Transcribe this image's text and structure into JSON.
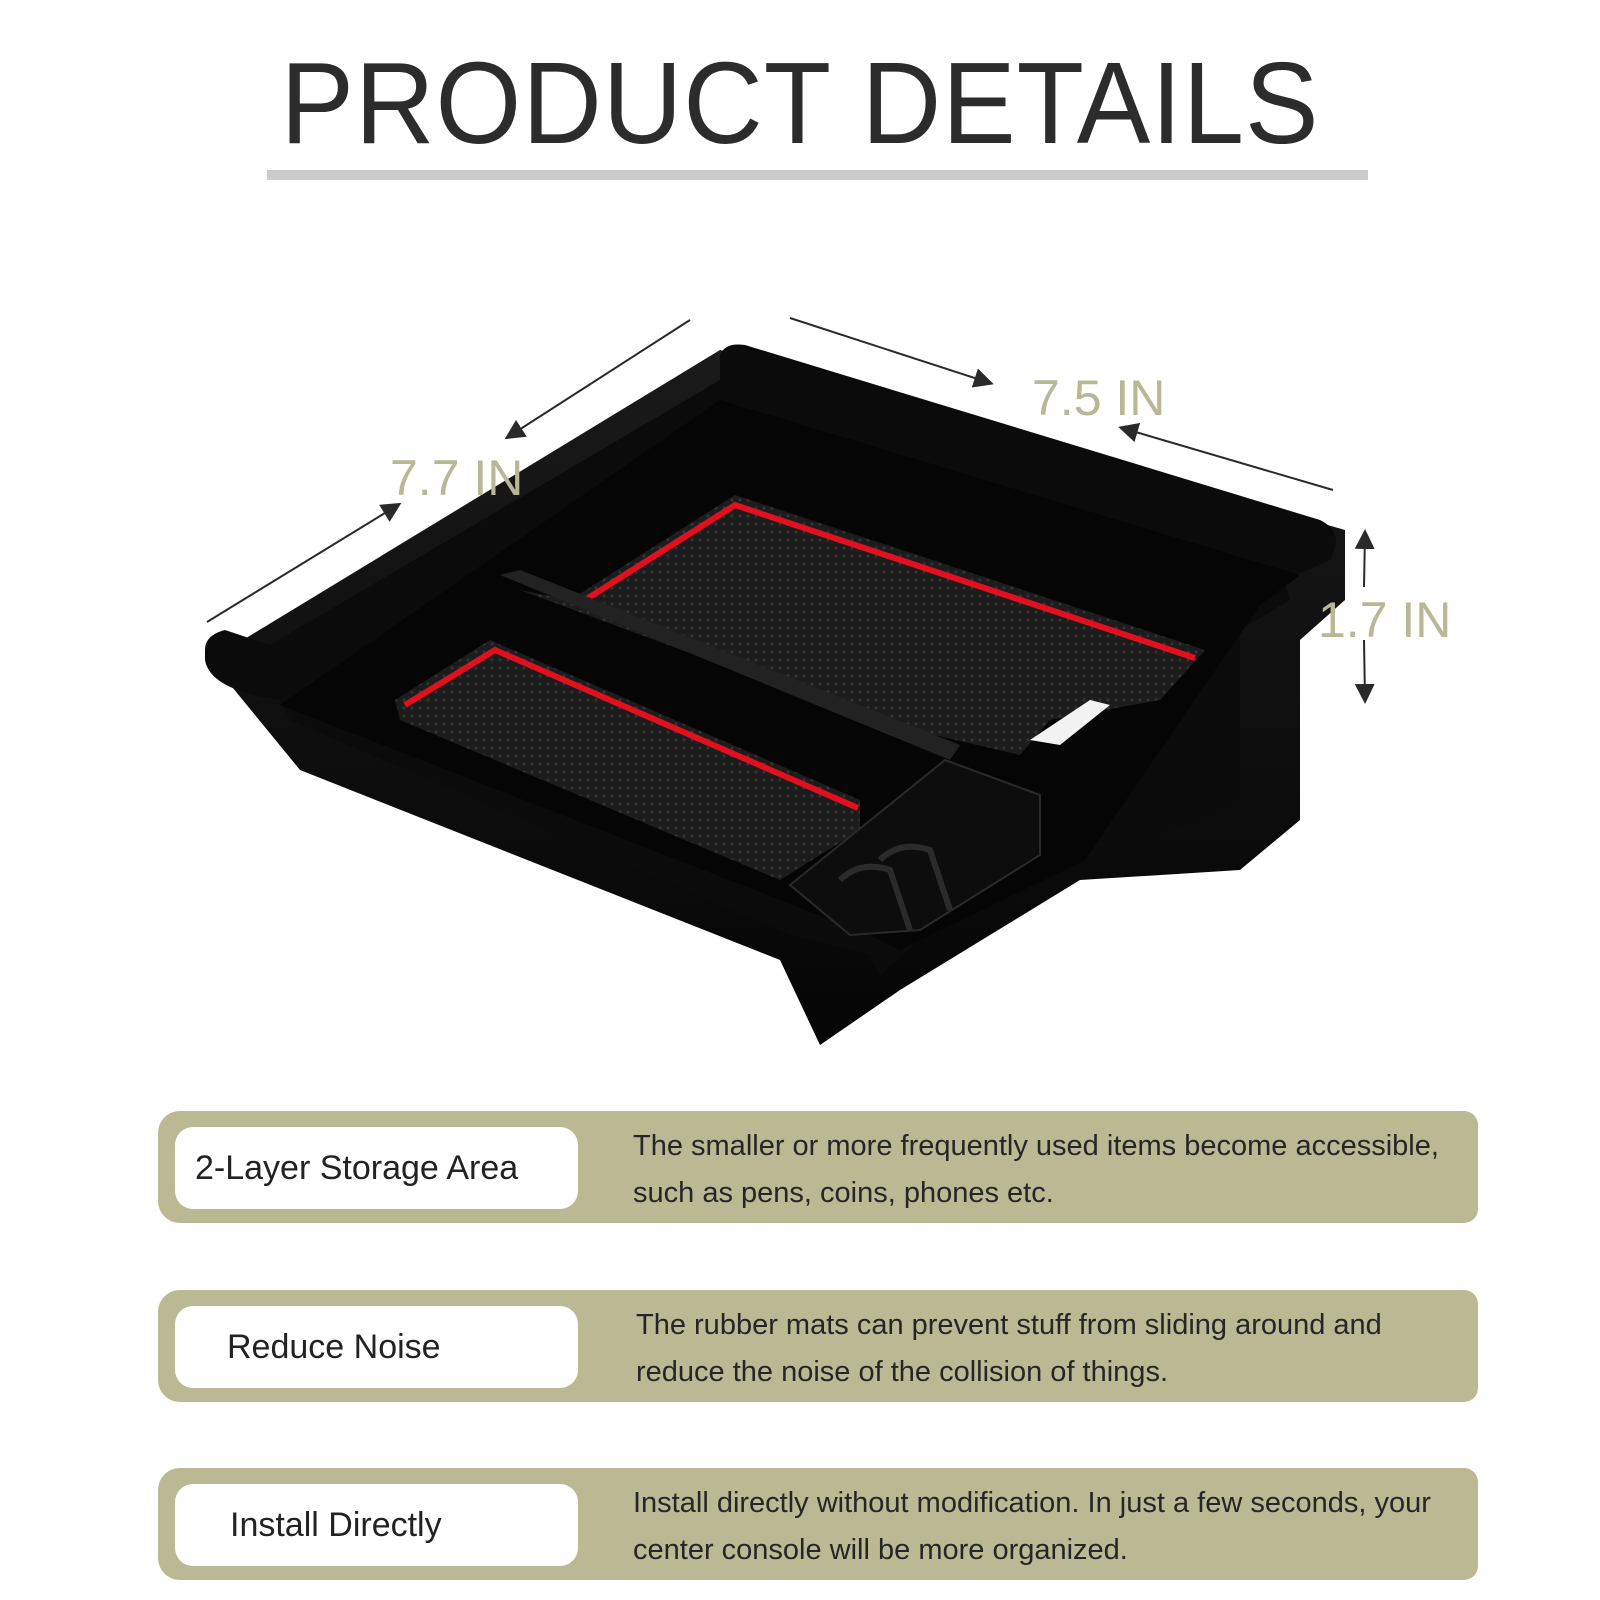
{
  "header": {
    "title": "PRODUCT DETAILS"
  },
  "product_image": {
    "description": "Black center console organizer tray with red-trimmed rubber mats and coin slot compartment",
    "dimensions": {
      "length": "7.7 IN",
      "width": "7.5 IN",
      "height": "1.7 IN"
    },
    "colors": {
      "tray": "#0e0e0e",
      "mat_trim": "#e0101e",
      "dimension_text": "#b8b796",
      "arrow": "#2a2a2a"
    }
  },
  "features": [
    {
      "label": "2-Layer Storage Area",
      "description": "The smaller or more frequently used items become accessible, such as pens, coins, phones etc."
    },
    {
      "label": "Reduce Noise",
      "description": "The rubber mats can prevent stuff from sliding around and reduce the noise of the collision of things."
    },
    {
      "label": "Install Directly",
      "description": "Install directly without modification. In just a few seconds, your center console will be more organized."
    }
  ],
  "theme": {
    "bar_color": "#bab994",
    "title_color": "#2c2c2c",
    "underline_color": "#cbcbcb"
  }
}
